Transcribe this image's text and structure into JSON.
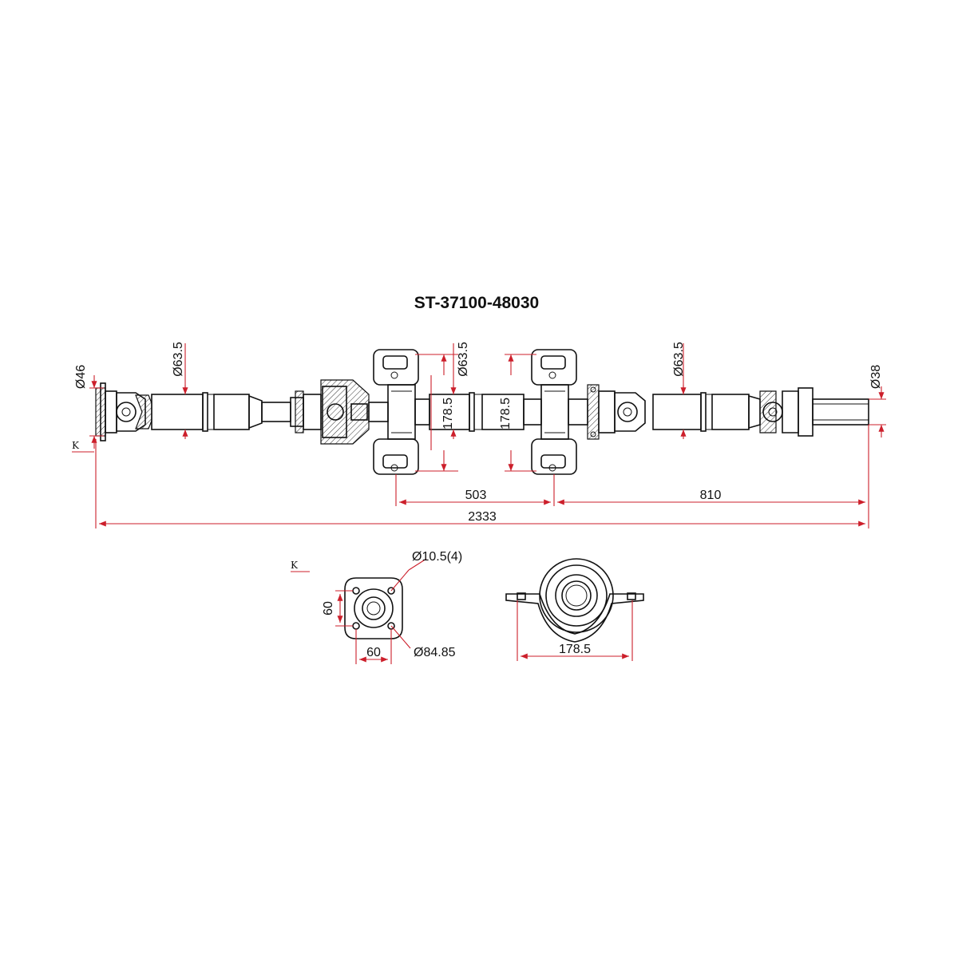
{
  "title": "ST-37100-48030",
  "view_marker": "K",
  "dimensions": {
    "flange_dia": "Ø46",
    "tube1_dia": "Ø63.5",
    "bearing1_dia": "Ø63.5",
    "bearing1_height": "178.5",
    "bearing2_height": "178.5",
    "tube2_dia": "Ø63.5",
    "shaft_dia": "Ø38",
    "len_center": "503",
    "len_rear": "810",
    "len_total": "2333",
    "hole_dia": "Ø10.5(4)",
    "flange_square_v": "60",
    "flange_square_h": "60",
    "bolt_circle": "Ø84.85",
    "bracket_width": "178.5"
  },
  "colors": {
    "dimension_line": "#cc1f2b",
    "part_line": "#111111"
  }
}
